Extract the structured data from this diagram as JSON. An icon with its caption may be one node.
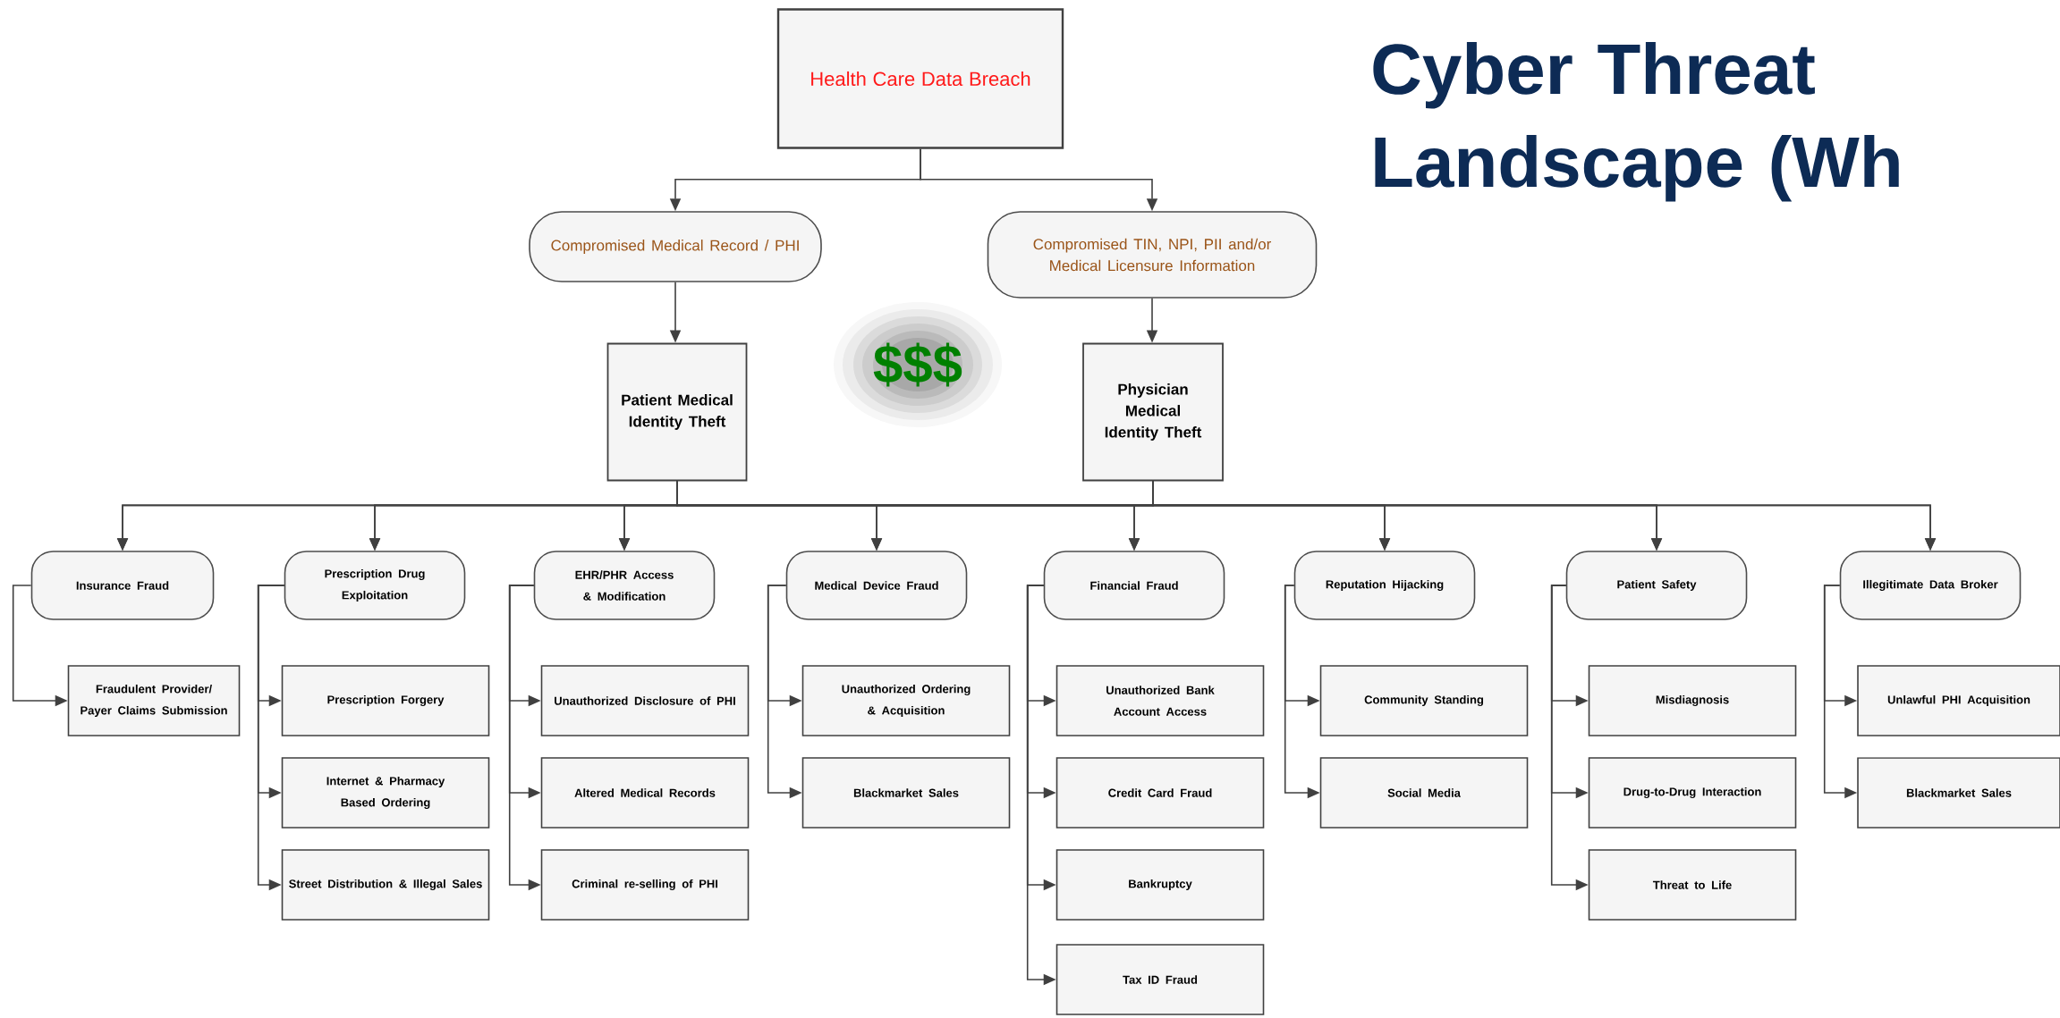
{
  "diagram": {
    "title": "Cyber Threat Landscape (Wh",
    "nodes": [
      {
        "text": [
          "Health Care Data Breach"
        ]
      },
      {
        "text": [
          "Compromised Medical Record / PHI"
        ]
      },
      {
        "text": [
          "Compromised TIN, NPI, PII and/or Medical Licensure Information"
        ]
      },
      {
        "text": [
          "Patient Medical Identity Theft"
        ]
      },
      {
        "text": [
          "Physician Medical Identity Theft"
        ]
      },
      {
        "text": [
          "Insurance Fraud"
        ]
      },
      {
        "text": [
          "Prescription Drug Exploitation"
        ]
      },
      {
        "text": [
          "EHR/PHR Access & Modification"
        ]
      },
      {
        "text": [
          "Medical Device Fraud"
        ]
      },
      {
        "text": [
          "Financial Fraud"
        ]
      },
      {
        "text": [
          "Reputation Hijacking"
        ]
      },
      {
        "text": [
          "Patient Safety"
        ]
      },
      {
        "text": [
          "Illegitimate Data Broker"
        ]
      },
      {
        "text": [
          "Fraudulent Provider/ Payer Claims Submission"
        ]
      },
      {
        "text": [
          "Prescription Forgery"
        ]
      },
      {
        "text": [
          "Internet & Pharmacy Based Ordering"
        ]
      },
      {
        "text": [
          "Street Distribution & Illegal Sales"
        ]
      },
      {
        "text": [
          "Unauthorized Disclosure of PHI"
        ]
      },
      {
        "text": [
          "Altered Medical Records"
        ]
      },
      {
        "text": [
          "Criminal re-selling of PHI"
        ]
      },
      {
        "text": [
          "Unauthorized Ordering & Acquisition"
        ]
      },
      {
        "text": [
          "Blackmarket Sales"
        ]
      },
      {
        "text": [
          "Unauthorized Bank Account Access"
        ]
      },
      {
        "text": [
          "Credit Card Fraud"
        ]
      },
      {
        "text": [
          "Bankruptcy"
        ]
      },
      {
        "text": [
          "Tax ID Fraud"
        ]
      },
      {
        "text": [
          "Community Standing"
        ]
      },
      {
        "text": [
          "Social Media"
        ]
      },
      {
        "text": [
          "Misdiagnosis"
        ]
      },
      {
        "text": [
          "Drug-to-Drug Interaction"
        ]
      },
      {
        "text": [
          "Threat to Life"
        ]
      },
      {
        "text": [
          "Unlawful PHI Acquisition"
        ]
      },
      {
        "text": [
          "Blackmarket Sales"
        ]
      }
    ],
    "edges": [
      {
        "from": 0,
        "to": 1,
        "arrow": "to"
      },
      {
        "from": 0,
        "to": 2,
        "arrow": "to"
      },
      {
        "from": 1,
        "to": 3,
        "arrow": "to"
      },
      {
        "from": 2,
        "to": 4,
        "arrow": "to"
      },
      {
        "from": 3,
        "to": 5,
        "arrow": "to"
      },
      {
        "from": 3,
        "to": 6,
        "arrow": "to"
      },
      {
        "from": 3,
        "to": 7,
        "arrow": "to"
      },
      {
        "from": 3,
        "to": 8,
        "arrow": "to"
      },
      {
        "from": 3,
        "to": 9,
        "arrow": "to"
      },
      {
        "from": 3,
        "to": 10,
        "arrow": "to"
      },
      {
        "from": 3,
        "to": 11,
        "arrow": "to"
      },
      {
        "from": 3,
        "to": 12,
        "arrow": "to"
      },
      {
        "from": 4,
        "to": 5,
        "arrow": "to"
      },
      {
        "from": 4,
        "to": 6,
        "arrow": "to"
      },
      {
        "from": 4,
        "to": 7,
        "arrow": "to"
      },
      {
        "from": 4,
        "to": 8,
        "arrow": "to"
      },
      {
        "from": 4,
        "to": 9,
        "arrow": "to"
      },
      {
        "from": 4,
        "to": 10,
        "arrow": "to"
      },
      {
        "from": 4,
        "to": 11,
        "arrow": "to"
      },
      {
        "from": 4,
        "to": 12,
        "arrow": "to"
      },
      {
        "from": 5,
        "to": 13,
        "arrow": "to"
      },
      {
        "from": 6,
        "to": 14,
        "arrow": "to"
      },
      {
        "from": 6,
        "to": 15,
        "arrow": "to"
      },
      {
        "from": 6,
        "to": 16,
        "arrow": "to"
      },
      {
        "from": 7,
        "to": 17,
        "arrow": "to"
      },
      {
        "from": 7,
        "to": 18,
        "arrow": "to"
      },
      {
        "from": 7,
        "to": 19,
        "arrow": "to"
      },
      {
        "from": 8,
        "to": 20,
        "arrow": "to"
      },
      {
        "from": 8,
        "to": 21,
        "arrow": "to"
      },
      {
        "from": 9,
        "to": 22,
        "arrow": "to"
      },
      {
        "from": 9,
        "to": 23,
        "arrow": "to"
      },
      {
        "from": 9,
        "to": 24,
        "arrow": "to"
      },
      {
        "from": 9,
        "to": 25,
        "arrow": "to"
      },
      {
        "from": 10,
        "to": 26,
        "arrow": "to"
      },
      {
        "from": 10,
        "to": 27,
        "arrow": "to"
      },
      {
        "from": 11,
        "to": 28,
        "arrow": "to"
      },
      {
        "from": 11,
        "to": 29,
        "arrow": "to"
      },
      {
        "from": 11,
        "to": 30,
        "arrow": "to"
      },
      {
        "from": 12,
        "to": 31,
        "arrow": "to"
      },
      {
        "from": 12,
        "to": 32,
        "arrow": "to"
      }
    ],
    "labels": [
      "$$$"
    ]
  }
}
